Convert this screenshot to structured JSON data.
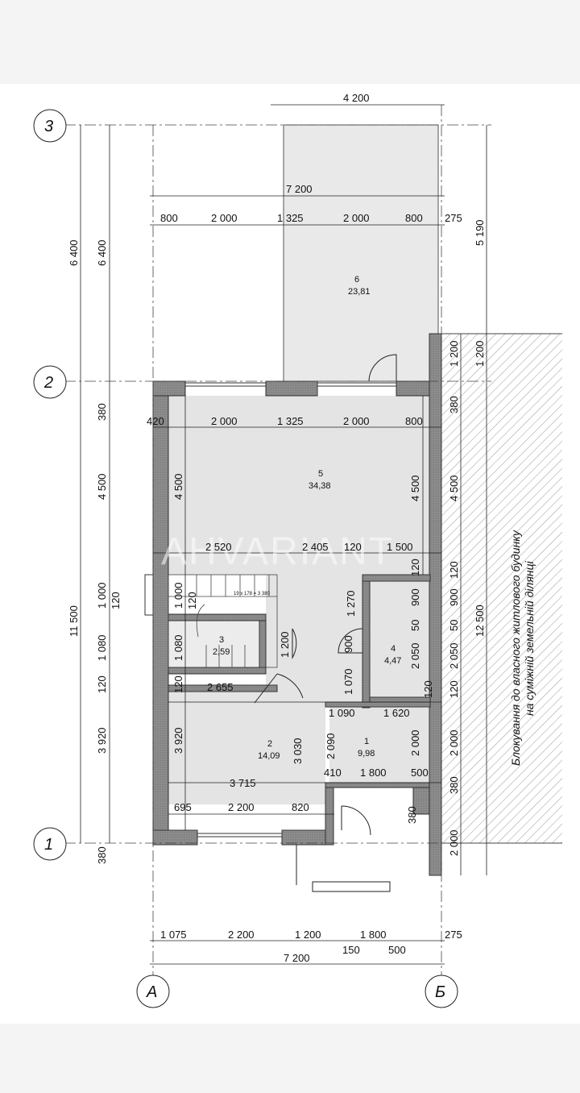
{
  "axes": {
    "a3": "3",
    "a2": "2",
    "a1": "1",
    "aA": "А",
    "aB": "Б"
  },
  "rooms": {
    "r6": {
      "num": "6",
      "area": "23,81"
    },
    "r5": {
      "num": "5",
      "area": "34,38"
    },
    "r4": {
      "num": "4",
      "area": "4,47"
    },
    "r3": {
      "num": "3",
      "area": "2,59"
    },
    "r2": {
      "num": "2",
      "area": "14,09"
    },
    "r1": {
      "num": "1",
      "area": "9,98"
    }
  },
  "stair_note": "19 x 178 = 3 380",
  "watermark": "AHVARIANT",
  "side_note": {
    "line1": "Блокування до власного житлового будинку",
    "line2": "на суміжній земельній ділянці"
  },
  "dims": {
    "top_4200": "4 200",
    "top_7200": "7 200",
    "t800a": "800",
    "t2000a": "2 000",
    "t1325": "1 325",
    "t2000b": "2 000",
    "t800b": "800",
    "t275": "275",
    "in420": "420",
    "in2000a": "2 000",
    "in1325": "1 325",
    "in2000b": "2 000",
    "in800": "800",
    "h2520": "2 520",
    "h2405": "2 405",
    "h120": "120",
    "h1500": "1 500",
    "h2655": "2 655",
    "h1090": "1 090",
    "h1620": "1 620",
    "h3715": "3 715",
    "h410": "410",
    "h1800": "1 800",
    "h500": "500",
    "h695": "695",
    "h2200": "2 200",
    "h820": "820",
    "b1075": "1 075",
    "b2200": "2 200",
    "b1200": "1 200",
    "b1800": "1 800",
    "b275": "275",
    "b150": "150",
    "b500": "500",
    "b7200": "7 200",
    "l6400a": "6 400",
    "l6400b": "6 400",
    "l380a": "380",
    "l4500a": "4 500",
    "l11500": "11 500",
    "l1000": "1 000",
    "l120a": "120",
    "l1080": "1 080",
    "l120b": "120",
    "l3920": "3 920",
    "l380b": "380",
    "i4500": "4 500",
    "i1000": "1 000",
    "i120": "120",
    "i1080": "1 080",
    "i120b": "120",
    "i3920": "3 920",
    "c1200": "1 200",
    "c1270": "1 270",
    "c900": "900",
    "c1070": "1 070",
    "c2090": "2 090",
    "c3030": "3 030",
    "m4500": "4 500",
    "m120": "120",
    "m900": "900",
    "m50": "50",
    "m2050": "2 050",
    "m120b": "120",
    "m2000": "2 000",
    "r5190": "5 190",
    "r1200a": "1 200",
    "r1200b": "1 200",
    "r380a": "380",
    "r4500": "4 500",
    "r120": "120",
    "r900": "900",
    "r50": "50",
    "r2050": "2 050",
    "r120b": "120",
    "r2000": "2 000",
    "r12500": "12 500",
    "r380b": "380",
    "r2000b": "2 000",
    "r380c": "380"
  }
}
